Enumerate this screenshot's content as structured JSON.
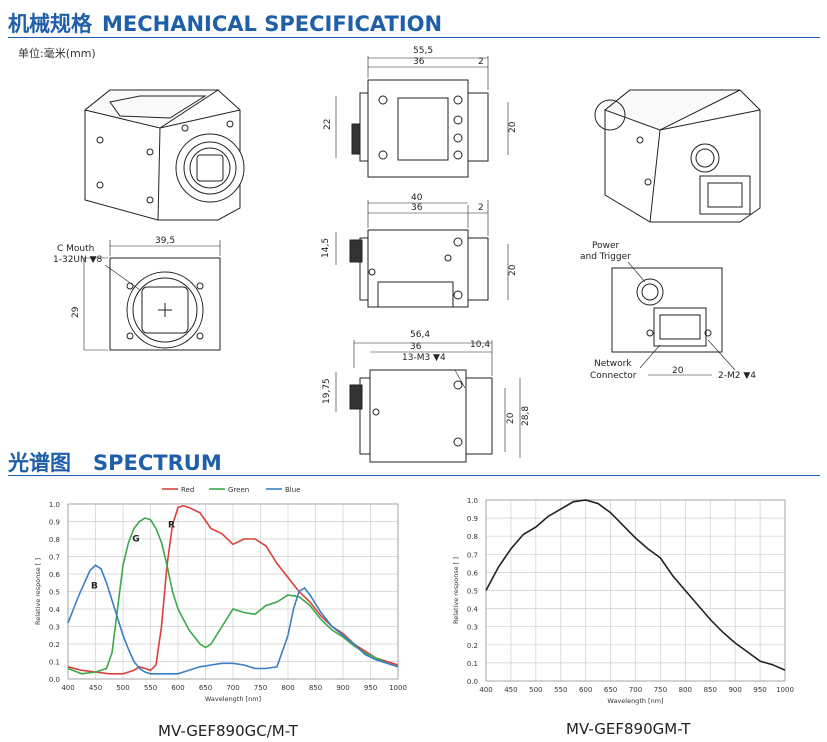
{
  "header": {
    "mech_title_zh": "机械规格",
    "mech_title_en": "MECHANICAL SPECIFICATION",
    "spec_title_zh": "光谱图",
    "spec_title_en": "SPECTRUM",
    "unit": "单位:毫米(mm)"
  },
  "dimensions": {
    "top_overall": "55,5",
    "top_body": "36",
    "top_ext": "2",
    "top_left_h": "22",
    "top_right_h": "20",
    "side1_overall": "40",
    "side1_body": "36",
    "side1_ext": "2",
    "side1_left_h": "14,5",
    "side1_right_h": "20",
    "side2_overall": "56,4",
    "side2_body": "36",
    "side2_ext": "10,4",
    "side2_hole": "13-M3 ▼4",
    "side2_left_h": "19,75",
    "side2_right_h1": "20",
    "side2_right_h2": "28,8",
    "front_width": "39,5",
    "front_height": "29",
    "front_mount_1": "C Mouth",
    "front_mount_2": "1-32UN ▼8",
    "back_power_1": "Power",
    "back_power_2": "and Trigger",
    "back_network_1": "Network",
    "back_network_2": "Connector",
    "back_width": "20",
    "back_hole": "2-M2 ▼4"
  },
  "captions": {
    "left": "MV-GEF890GC/M-T",
    "right": "MV-GEF890GM-T"
  },
  "chart_data": [
    {
      "type": "line",
      "xlabel": "Wavelength [nm]",
      "ylabel": "Relative response [ ]",
      "xlim": [
        400,
        1000
      ],
      "ylim": [
        0,
        1.0
      ],
      "x_ticks": [
        "400",
        "450",
        "500",
        "550",
        "600",
        "650",
        "700",
        "750",
        "800",
        "850",
        "900",
        "950",
        "1000"
      ],
      "y_ticks": [
        "0.0",
        "0.1",
        "0.2",
        "0.3",
        "0.4",
        "0.5",
        "0.6",
        "0.7",
        "0.8",
        "0.9",
        "1.0"
      ],
      "grid": true,
      "legend_position": "top",
      "series": [
        {
          "name": "Red",
          "color": "#d9413a",
          "label": "R",
          "x": [
            400,
            425,
            450,
            475,
            500,
            520,
            530,
            540,
            550,
            560,
            570,
            580,
            590,
            600,
            610,
            620,
            640,
            660,
            680,
            700,
            720,
            740,
            760,
            780,
            800,
            820,
            840,
            860,
            880,
            900,
            920,
            940,
            960,
            980,
            1000
          ],
          "y": [
            0.07,
            0.05,
            0.04,
            0.03,
            0.03,
            0.05,
            0.07,
            0.06,
            0.05,
            0.08,
            0.3,
            0.65,
            0.88,
            0.98,
            0.99,
            0.98,
            0.95,
            0.86,
            0.83,
            0.77,
            0.8,
            0.8,
            0.76,
            0.66,
            0.58,
            0.5,
            0.44,
            0.36,
            0.3,
            0.26,
            0.2,
            0.16,
            0.12,
            0.1,
            0.08
          ]
        },
        {
          "name": "Green",
          "color": "#3da84a",
          "label": "G",
          "x": [
            400,
            425,
            450,
            460,
            470,
            480,
            490,
            500,
            510,
            520,
            530,
            540,
            550,
            560,
            570,
            580,
            590,
            600,
            620,
            640,
            650,
            660,
            680,
            700,
            720,
            740,
            760,
            780,
            800,
            820,
            840,
            860,
            880,
            900,
            920,
            940,
            960,
            980,
            1000
          ],
          "y": [
            0.06,
            0.03,
            0.04,
            0.05,
            0.06,
            0.15,
            0.4,
            0.65,
            0.78,
            0.86,
            0.9,
            0.92,
            0.91,
            0.86,
            0.78,
            0.65,
            0.5,
            0.4,
            0.28,
            0.2,
            0.18,
            0.2,
            0.3,
            0.4,
            0.38,
            0.37,
            0.42,
            0.44,
            0.48,
            0.47,
            0.42,
            0.34,
            0.28,
            0.24,
            0.19,
            0.15,
            0.12,
            0.09,
            0.07
          ]
        },
        {
          "name": "Blue",
          "color": "#3a7fc4",
          "label": "B",
          "x": [
            400,
            410,
            420,
            430,
            440,
            450,
            460,
            470,
            480,
            490,
            500,
            510,
            520,
            530,
            540,
            550,
            560,
            570,
            580,
            600,
            620,
            640,
            660,
            680,
            700,
            720,
            740,
            760,
            780,
            800,
            810,
            820,
            830,
            840,
            860,
            880,
            900,
            920,
            940,
            960,
            980,
            1000
          ],
          "y": [
            0.32,
            0.4,
            0.48,
            0.55,
            0.62,
            0.65,
            0.63,
            0.55,
            0.45,
            0.35,
            0.25,
            0.17,
            0.1,
            0.06,
            0.04,
            0.03,
            0.03,
            0.03,
            0.03,
            0.03,
            0.05,
            0.07,
            0.08,
            0.09,
            0.09,
            0.08,
            0.06,
            0.06,
            0.07,
            0.25,
            0.4,
            0.5,
            0.52,
            0.48,
            0.38,
            0.3,
            0.25,
            0.2,
            0.14,
            0.11,
            0.09,
            0.07
          ]
        }
      ]
    },
    {
      "type": "line",
      "xlabel": "Wavelength [nm]",
      "ylabel": "Relative response [ ]",
      "xlim": [
        400,
        1000
      ],
      "ylim": [
        0,
        1.0
      ],
      "x_ticks": [
        "400",
        "450",
        "500",
        "550",
        "600",
        "650",
        "700",
        "750",
        "800",
        "850",
        "900",
        "950",
        "1000"
      ],
      "y_ticks": [
        "0.0",
        "0.1",
        "0.2",
        "0.3",
        "0.4",
        "0.5",
        "0.6",
        "0.7",
        "0.8",
        "0.9",
        "1.0"
      ],
      "grid": true,
      "series": [
        {
          "color": "#222222",
          "x": [
            400,
            425,
            450,
            475,
            500,
            525,
            550,
            575,
            600,
            625,
            650,
            675,
            700,
            725,
            750,
            775,
            800,
            825,
            850,
            875,
            900,
            925,
            950,
            975,
            1000
          ],
          "y": [
            0.5,
            0.63,
            0.73,
            0.81,
            0.85,
            0.91,
            0.95,
            0.99,
            1.0,
            0.98,
            0.93,
            0.86,
            0.79,
            0.73,
            0.68,
            0.58,
            0.5,
            0.42,
            0.34,
            0.27,
            0.21,
            0.16,
            0.11,
            0.09,
            0.06
          ]
        }
      ]
    }
  ]
}
